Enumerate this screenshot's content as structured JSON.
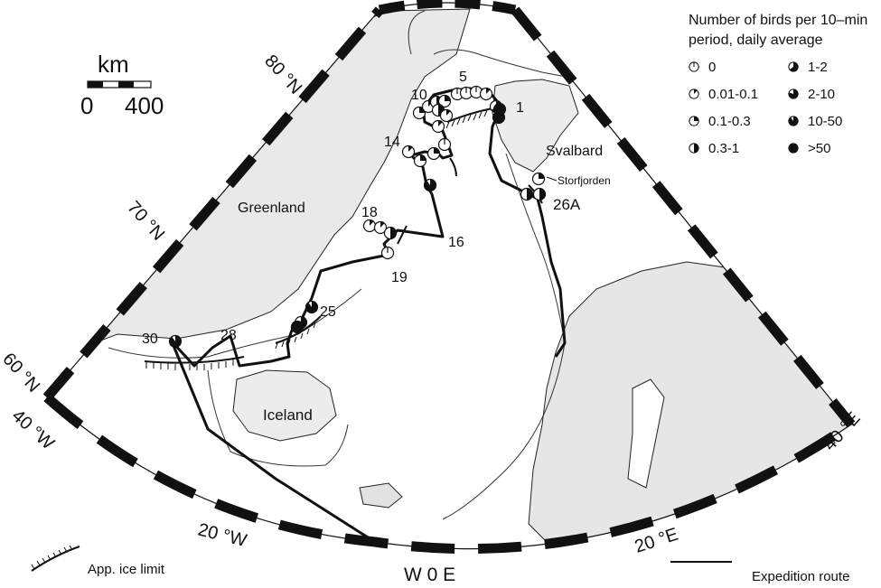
{
  "legend": {
    "title": "Number of birds per 10–min period, daily average",
    "items": [
      {
        "label": "0",
        "fill": 0.0
      },
      {
        "label": "1-2",
        "fill": 0.65
      },
      {
        "label": "0.01-0.1",
        "fill": 0.12
      },
      {
        "label": "2-10",
        "fill": 0.8
      },
      {
        "label": "0.1-0.3",
        "fill": 0.25
      },
      {
        "label": "10-50",
        "fill": 0.9
      },
      {
        "label": "0.3-1",
        "fill": 0.5
      },
      {
        "label": ">50",
        "fill": 1.0
      }
    ]
  },
  "scale_bar": {
    "unit": "km",
    "start": "0",
    "end": "400"
  },
  "graticule": {
    "lat_80": "80 °N",
    "lat_70": "70 °N",
    "lat_60": "60 °N",
    "lon_40w": "40 °W",
    "lon_20w": "20 °W",
    "lon_0": "W  0  E",
    "lon_20e": "20 °E",
    "lon_40e": "40 °E"
  },
  "places": {
    "greenland": "Greenland",
    "svalbard": "Svalbard",
    "storfjorden": "Storfjorden",
    "iceland": "Iceland"
  },
  "stations": [
    "5",
    "1",
    "10",
    "14",
    "18",
    "16",
    "19",
    "25",
    "28",
    "30",
    "26A"
  ],
  "key": {
    "ice_limit": "App. ice limit",
    "route": "Expedition route"
  },
  "colors": {
    "land_greenland": "#e9e9e9",
    "land_scandinavia": "#e6e6e6",
    "ink": "#111111"
  }
}
